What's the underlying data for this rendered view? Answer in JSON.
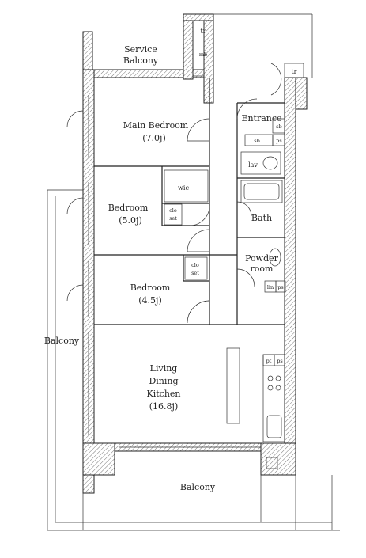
{
  "rooms": {
    "service_balcony": [
      "Service",
      "Balcony"
    ],
    "main_bedroom": [
      "Main Bedroom",
      "(7.0j)"
    ],
    "bedroom_1": [
      "Bedroom",
      "(5.0j)"
    ],
    "bedroom_2": [
      "Bedroom",
      "(4.5j)"
    ],
    "ldk": [
      "Living",
      "Dining",
      "Kitchen",
      "(16.8j)"
    ],
    "entrance": "Entrance",
    "bath": "Bath",
    "powder_room": [
      "Powder",
      "room"
    ],
    "balcony_west": "Balcony",
    "balcony_south": "Balcony"
  },
  "fixtures": {
    "tr_top": "tr",
    "mb": "mb",
    "tr_right": "tr",
    "sb_1": "sb",
    "sb_2": "sb",
    "ps_1": "ps",
    "lav": "lav",
    "wic": "wic",
    "closet_1": [
      "clo",
      "set"
    ],
    "closet_2": [
      "clo",
      "set"
    ],
    "lin": "lin",
    "ps_2": "ps",
    "pt": "pt",
    "ps_3": "ps"
  }
}
